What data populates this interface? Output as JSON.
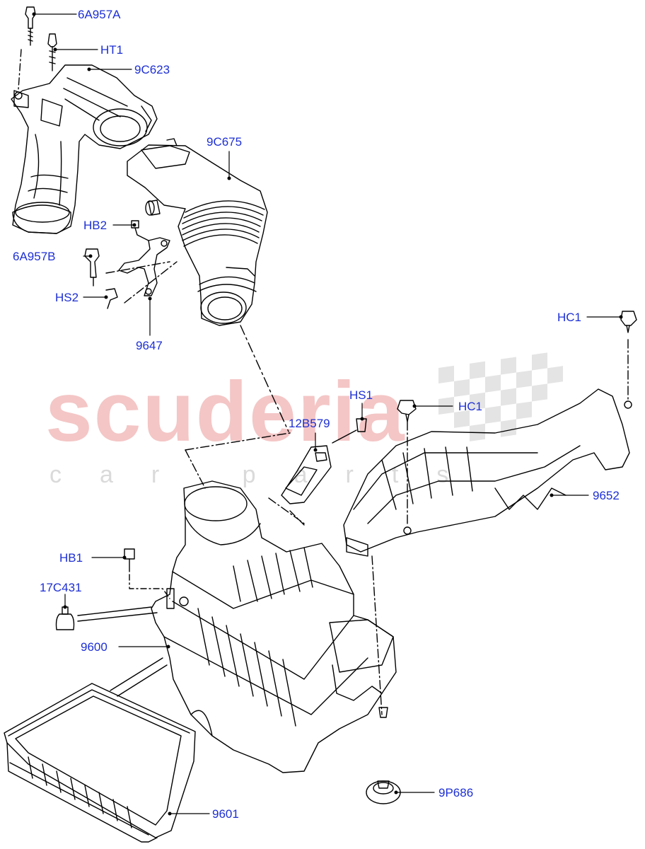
{
  "watermark": {
    "brand": "scuderia",
    "tagline": "car parts"
  },
  "callouts": {
    "c6A957A": "6A957A",
    "cHT1": "HT1",
    "c9C623": "9C623",
    "c9C675": "9C675",
    "cHB2": "HB2",
    "c6A957B": "6A957B",
    "cHS2": "HS2",
    "c9647": "9647",
    "cHS1": "HS1",
    "c12B579": "12B579",
    "cHC1a": "HC1",
    "cHC1b": "HC1",
    "c9652": "9652",
    "cHB1": "HB1",
    "c17C431": "17C431",
    "c9600": "9600",
    "c9P686": "9P686",
    "c9601": "9601"
  },
  "colors": {
    "callout": "#1d2fd4",
    "line": "#000000",
    "watermark_red": "#f4c6c6",
    "watermark_grey": "#dadada"
  }
}
